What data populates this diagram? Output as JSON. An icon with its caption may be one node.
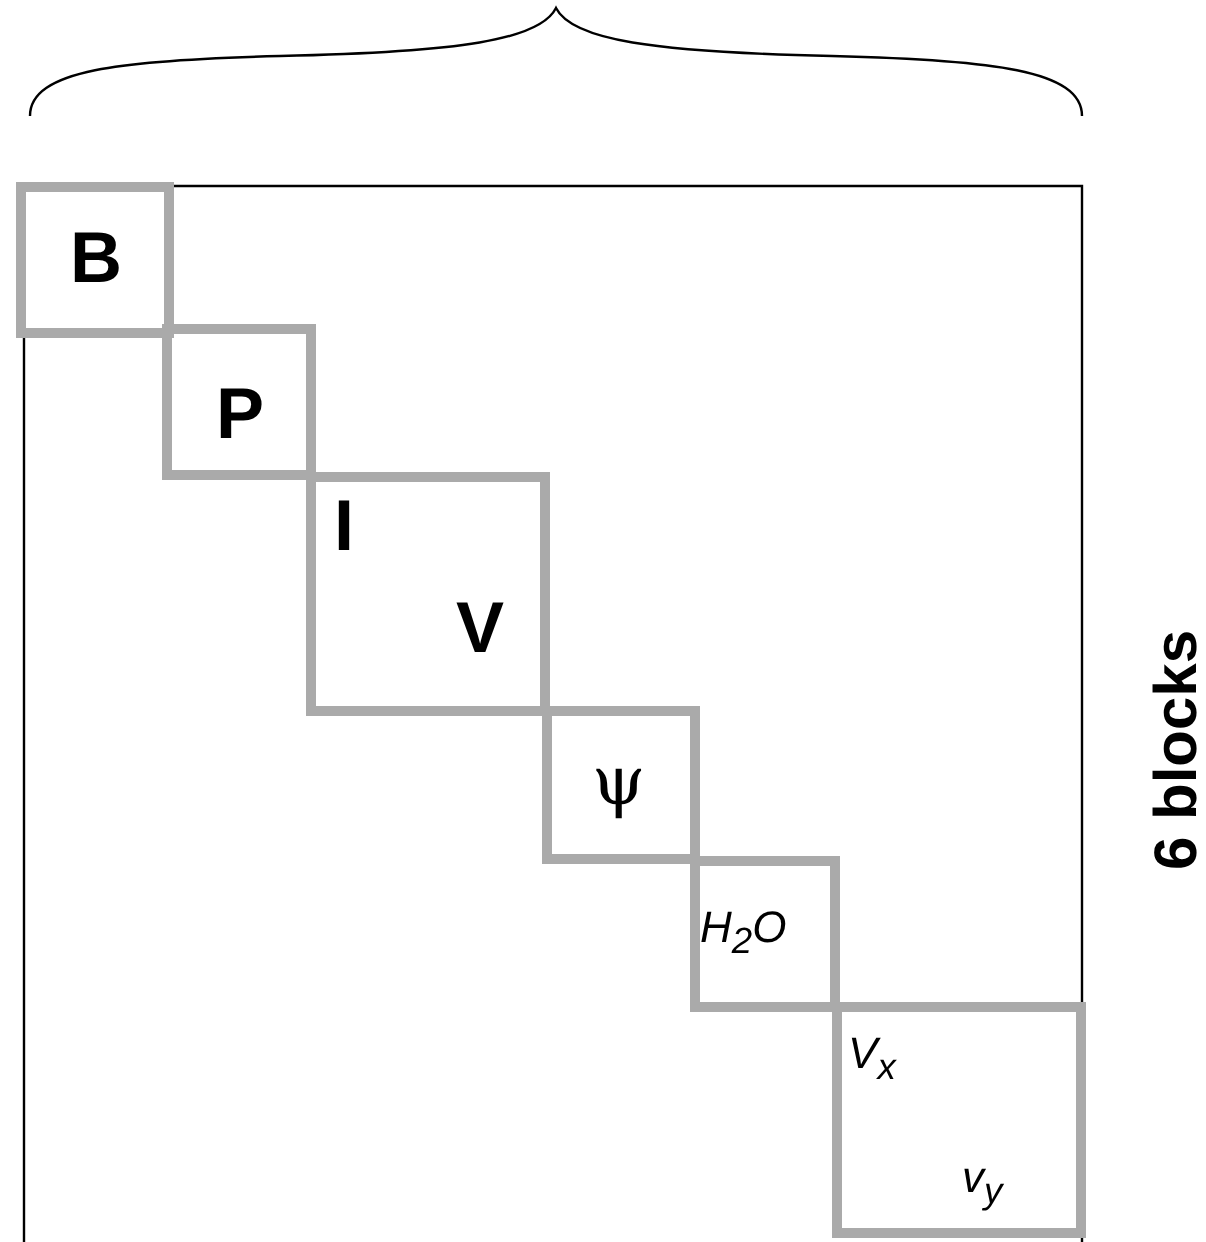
{
  "diagram": {
    "nodes": [
      {
        "text": [
          "B"
        ]
      },
      {
        "text": [
          "P"
        ]
      },
      {
        "text": [
          "I",
          "V"
        ]
      },
      {
        "text": [
          "ψ"
        ]
      },
      {
        "text": [
          "H$_{2}$O"
        ]
      },
      {
        "text": [
          "V$_{x}$",
          "v$_{y}$"
        ]
      }
    ],
    "labels": [
      "6 blocks"
    ]
  }
}
